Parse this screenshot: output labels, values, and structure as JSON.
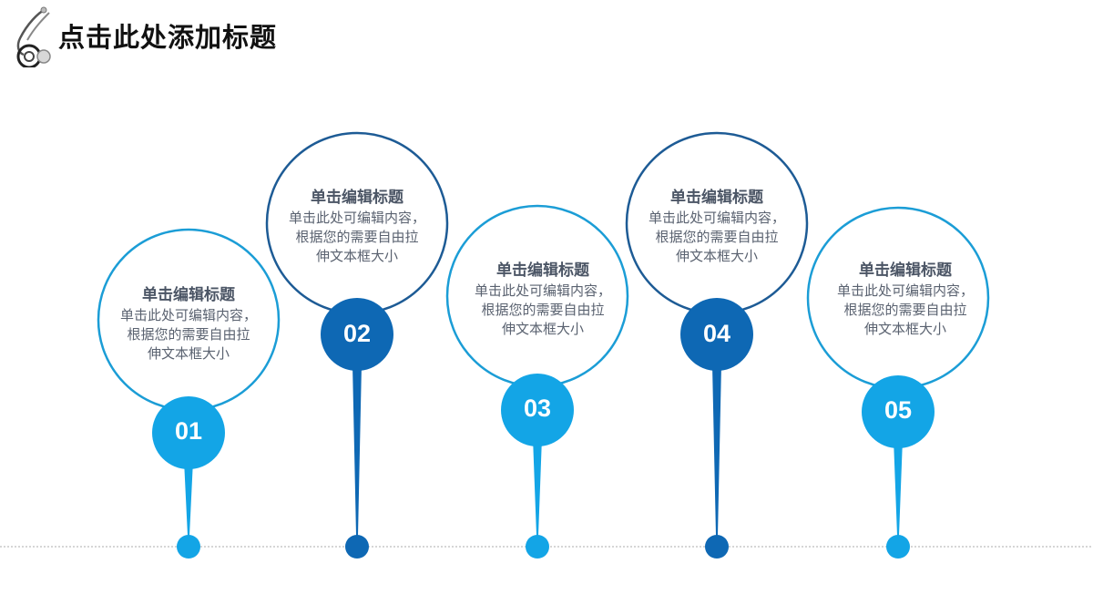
{
  "header": {
    "title": "点击此处添加标题",
    "icon": "stethoscope-icon"
  },
  "colors": {
    "light_blue": "#13a5e6",
    "light_blue_stroke": "#1b9dd6",
    "dark_blue": "#0e68b4",
    "dark_blue_stroke": "#1d5b95",
    "text_gray": "#4b5565",
    "timeline_dots": "#c8c8c8"
  },
  "nodes": [
    {
      "number": "01",
      "title": "单击编辑标题",
      "body_lines": [
        "单击此处可编辑内容，",
        "根据您的需要自由拉",
        "伸文本框大小"
      ],
      "tone": "light"
    },
    {
      "number": "02",
      "title": "单击编辑标题",
      "body_lines": [
        "单击此处可编辑内容，",
        "根据您的需要自由拉",
        "伸文本框大小"
      ],
      "tone": "dark"
    },
    {
      "number": "03",
      "title": "单击编辑标题",
      "body_lines": [
        "单击此处可编辑内容，",
        "根据您的需要自由拉",
        "伸文本框大小"
      ],
      "tone": "light"
    },
    {
      "number": "04",
      "title": "单击编辑标题",
      "body_lines": [
        "单击此处可编辑内容，",
        "根据您的需要自由拉",
        "伸文本框大小"
      ],
      "tone": "dark"
    },
    {
      "number": "05",
      "title": "单击编辑标题",
      "body_lines": [
        "单击此处可编辑内容，",
        "根据您的需要自由拉",
        "伸文本框大小"
      ],
      "tone": "light"
    }
  ]
}
